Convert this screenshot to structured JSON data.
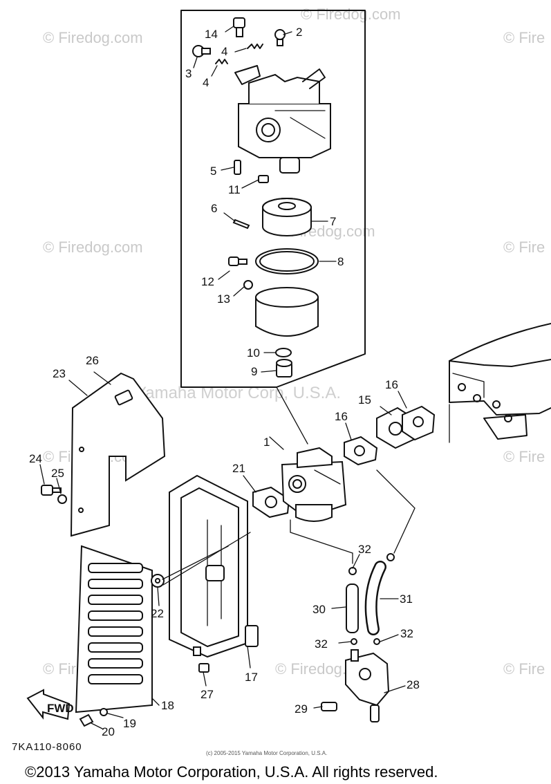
{
  "watermarks": {
    "site": "© Firedog.com",
    "site_short": "© Fire",
    "owner": "Yamaha Motor Corp, U.S.A."
  },
  "callouts": [
    "1",
    "2",
    "3",
    "4",
    "4",
    "5",
    "6",
    "7",
    "8",
    "9",
    "10",
    "11",
    "12",
    "13",
    "14",
    "15",
    "16",
    "16",
    "17",
    "18",
    "19",
    "20",
    "21",
    "22",
    "23",
    "24",
    "25",
    "26",
    "27",
    "28",
    "29",
    "30",
    "31",
    "32",
    "32",
    "32"
  ],
  "fwd_label": "FWD",
  "diagram_code": "7KA110-8060",
  "small_copyright": "(c) 2005-2015 Yamaha Motor Corporation, U.S.A.",
  "copyright": "©2013 Yamaha Motor Corporation, U.S.A. All rights reserved."
}
